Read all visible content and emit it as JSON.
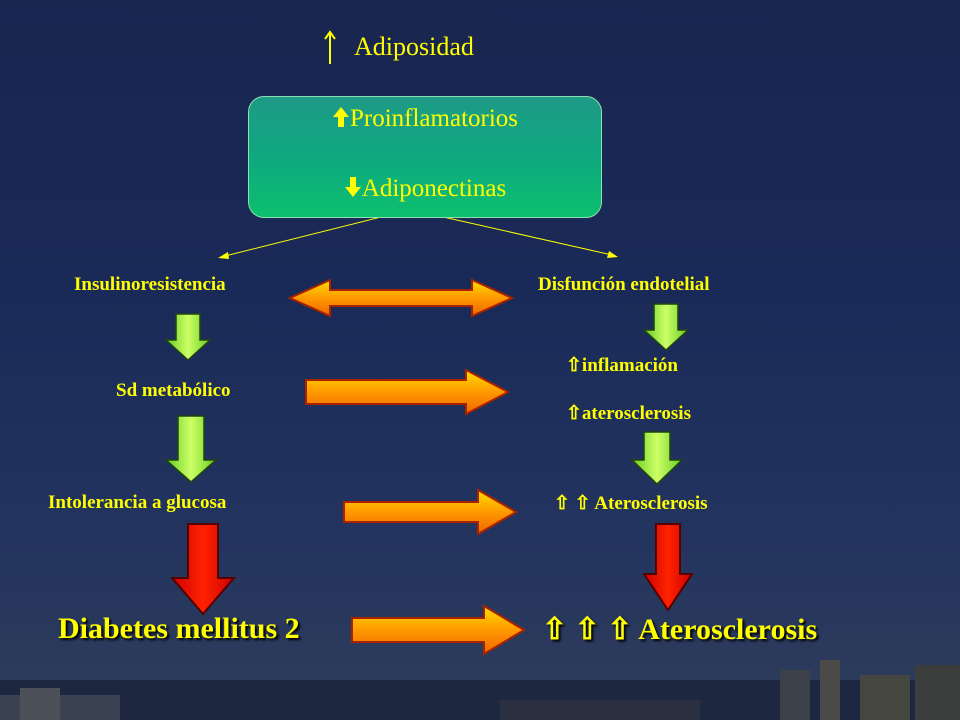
{
  "title": {
    "arrow_symbol": "↑",
    "text": "Adiposidad"
  },
  "box": {
    "line1": "Proinflamatorios",
    "line2": "Adiponectinas",
    "up_symbol": "↑",
    "down_symbol": "↓"
  },
  "left": {
    "node1": "Insulinoresistencia",
    "node2": "Sd metabólico",
    "node3": "Intolerancia a glucosa",
    "node4": "Diabetes mellitus 2"
  },
  "right": {
    "node1": "Disfunción endotelial",
    "node2a": "inflamación",
    "node2b": "aterosclerosis",
    "node3": "Aterosclerosis",
    "node4": "Aterosclerosis",
    "up_glyph": "⇧"
  },
  "colors": {
    "text": "#ffff00",
    "box_top": "#1e9a86",
    "box_bottom": "#0cc06e",
    "arrow_green": "#99ee44",
    "arrow_orange": "#ff9900",
    "arrow_red": "#ff0000",
    "background": "#1a2a58"
  }
}
